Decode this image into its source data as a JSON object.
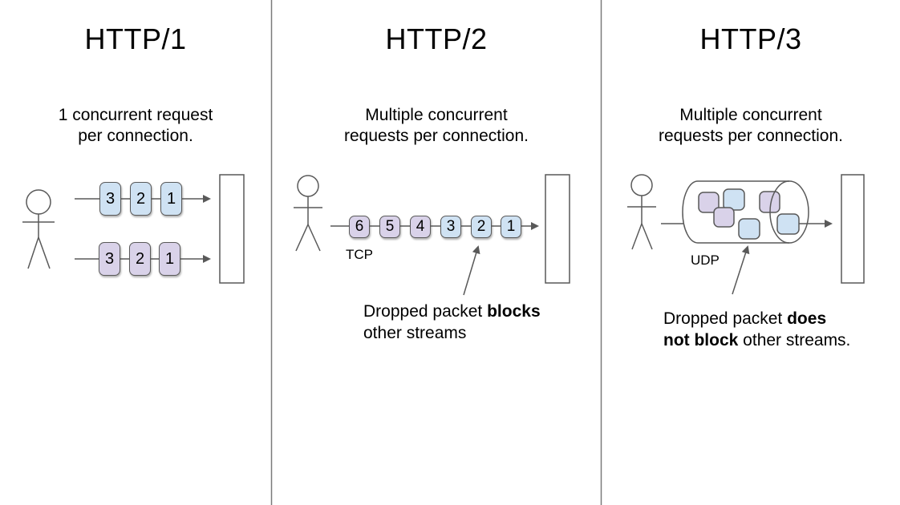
{
  "colors": {
    "packet_blue": "#cfe2f3",
    "packet_purple": "#d9d2e9",
    "stroke": "#595959",
    "divider": "#7a7a7a"
  },
  "columns": [
    {
      "title": "HTTP/1",
      "description": [
        "1 concurrent request",
        "per connection."
      ],
      "rows": [
        {
          "stream": "blue",
          "packets": [
            "3",
            "2",
            "1"
          ]
        },
        {
          "stream": "purple",
          "packets": [
            "3",
            "2",
            "1"
          ]
        }
      ]
    },
    {
      "title": "HTTP/2",
      "description": [
        "Multiple concurrent",
        "requests per connection."
      ],
      "protocol_label": "TCP",
      "packets": [
        {
          "label": "6",
          "color": "purple"
        },
        {
          "label": "5",
          "color": "purple"
        },
        {
          "label": "4",
          "color": "purple"
        },
        {
          "label": "3",
          "color": "blue"
        },
        {
          "label": "2",
          "color": "blue"
        },
        {
          "label": "1",
          "color": "blue"
        }
      ],
      "annotation": {
        "normal1": "Dropped packet ",
        "bold1": "blocks",
        "normal2": "other streams"
      }
    },
    {
      "title": "HTTP/3",
      "description": [
        "Multiple concurrent",
        "requests per connection."
      ],
      "protocol_label": "UDP",
      "tube_packets": [
        "purple",
        "blue",
        "purple",
        "purple",
        "blue",
        "blue"
      ],
      "annotation": {
        "normal1": "Dropped packet ",
        "bold1": "does",
        "bold2": "not block",
        "normal2": " other streams."
      }
    }
  ]
}
